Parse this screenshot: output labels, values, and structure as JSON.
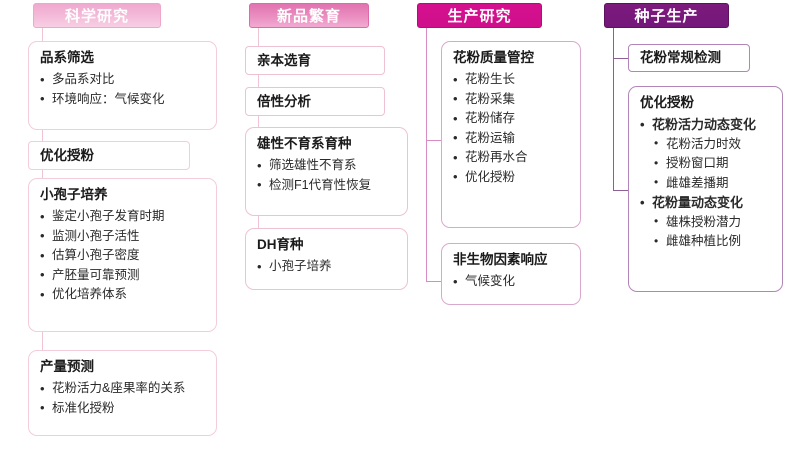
{
  "diagram": {
    "title": "Pollen research and seed production roadmap",
    "type": "four-column-tree-diagram"
  },
  "colors": {
    "column1_header": "#f2b2d3",
    "column2_header": "#e884bb",
    "column3_header": "#d5108f",
    "column4_header": "#7d1a7d",
    "connector_pink": "#f0c4d7",
    "connector_magenta": "#d98cc4",
    "connector_purple": "#8e5e96",
    "card_border_pink": "#f3cdd9",
    "card_border_magenta": "#dba8cd",
    "card_border_purple": "#b285b8",
    "text": "#1b1b1b",
    "background": "#ffffff"
  },
  "columns": [
    {
      "id": "science-research",
      "header": "科学研究",
      "cards": [
        {
          "id": "line-screening",
          "title": "品系筛选",
          "items": [
            {
              "text": "多品系对比",
              "level": 1
            },
            {
              "text": "环境响应：气候变化",
              "level": 1
            }
          ]
        },
        {
          "id": "optimize-pollination-1",
          "title": "优化授粉",
          "items": []
        },
        {
          "id": "microspore-culture",
          "title": "小孢子培养",
          "items": [
            {
              "text": "鉴定小孢子发育时期",
              "level": 1
            },
            {
              "text": "监测小孢子活性",
              "level": 1
            },
            {
              "text": "估算小孢子密度",
              "level": 1
            },
            {
              "text": "产胚量可靠预测",
              "level": 1
            },
            {
              "text": "优化培养体系",
              "level": 1
            }
          ]
        },
        {
          "id": "yield-prediction",
          "title": "产量预测",
          "items": [
            {
              "text": "花粉活力&座果率的关系",
              "level": 1
            },
            {
              "text": "标准化授粉",
              "level": 1
            }
          ]
        }
      ]
    },
    {
      "id": "new-variety-breeding",
      "header": "新品繁育",
      "cards": [
        {
          "id": "parent-selection",
          "title": "亲本选育",
          "items": []
        },
        {
          "id": "ploidy-analysis",
          "title": "倍性分析",
          "items": []
        },
        {
          "id": "male-sterile-breeding",
          "title": "雄性不育系育种",
          "items": [
            {
              "text": "筛选雄性不育系",
              "level": 1
            },
            {
              "text": "检测F1代育性恢复",
              "level": 1
            }
          ]
        },
        {
          "id": "dh-breeding",
          "title": "DH育种",
          "items": [
            {
              "text": "小孢子培养",
              "level": 1
            }
          ]
        }
      ]
    },
    {
      "id": "production-research",
      "header": "生产研究",
      "cards": [
        {
          "id": "pollen-quality-control",
          "title": "花粉质量管控",
          "items": [
            {
              "text": "花粉生长",
              "level": 1
            },
            {
              "text": "花粉采集",
              "level": 1
            },
            {
              "text": "花粉储存",
              "level": 1
            },
            {
              "text": "花粉运输",
              "level": 1
            },
            {
              "text": "花粉再水合",
              "level": 1
            },
            {
              "text": "优化授粉",
              "level": 1
            }
          ]
        },
        {
          "id": "abiotic-response",
          "title": "非生物因素响应",
          "items": [
            {
              "text": "气候变化",
              "level": 1
            }
          ]
        }
      ]
    },
    {
      "id": "seed-production",
      "header": "种子生产",
      "cards": [
        {
          "id": "pollen-routine-test",
          "title": "花粉常规检测",
          "items": []
        },
        {
          "id": "optimize-pollination-2",
          "title": "优化授粉",
          "items": [
            {
              "text": "花粉活力动态变化",
              "level": 1,
              "bold": true
            },
            {
              "text": "花粉活力时效",
              "level": 2
            },
            {
              "text": "授粉窗口期",
              "level": 2
            },
            {
              "text": "雌雄差播期",
              "level": 2
            },
            {
              "text": "花粉量动态变化",
              "level": 1,
              "bold": true
            },
            {
              "text": "雄株授粉潜力",
              "level": 2
            },
            {
              "text": "雌雄种植比例",
              "level": 2
            }
          ]
        }
      ]
    }
  ]
}
